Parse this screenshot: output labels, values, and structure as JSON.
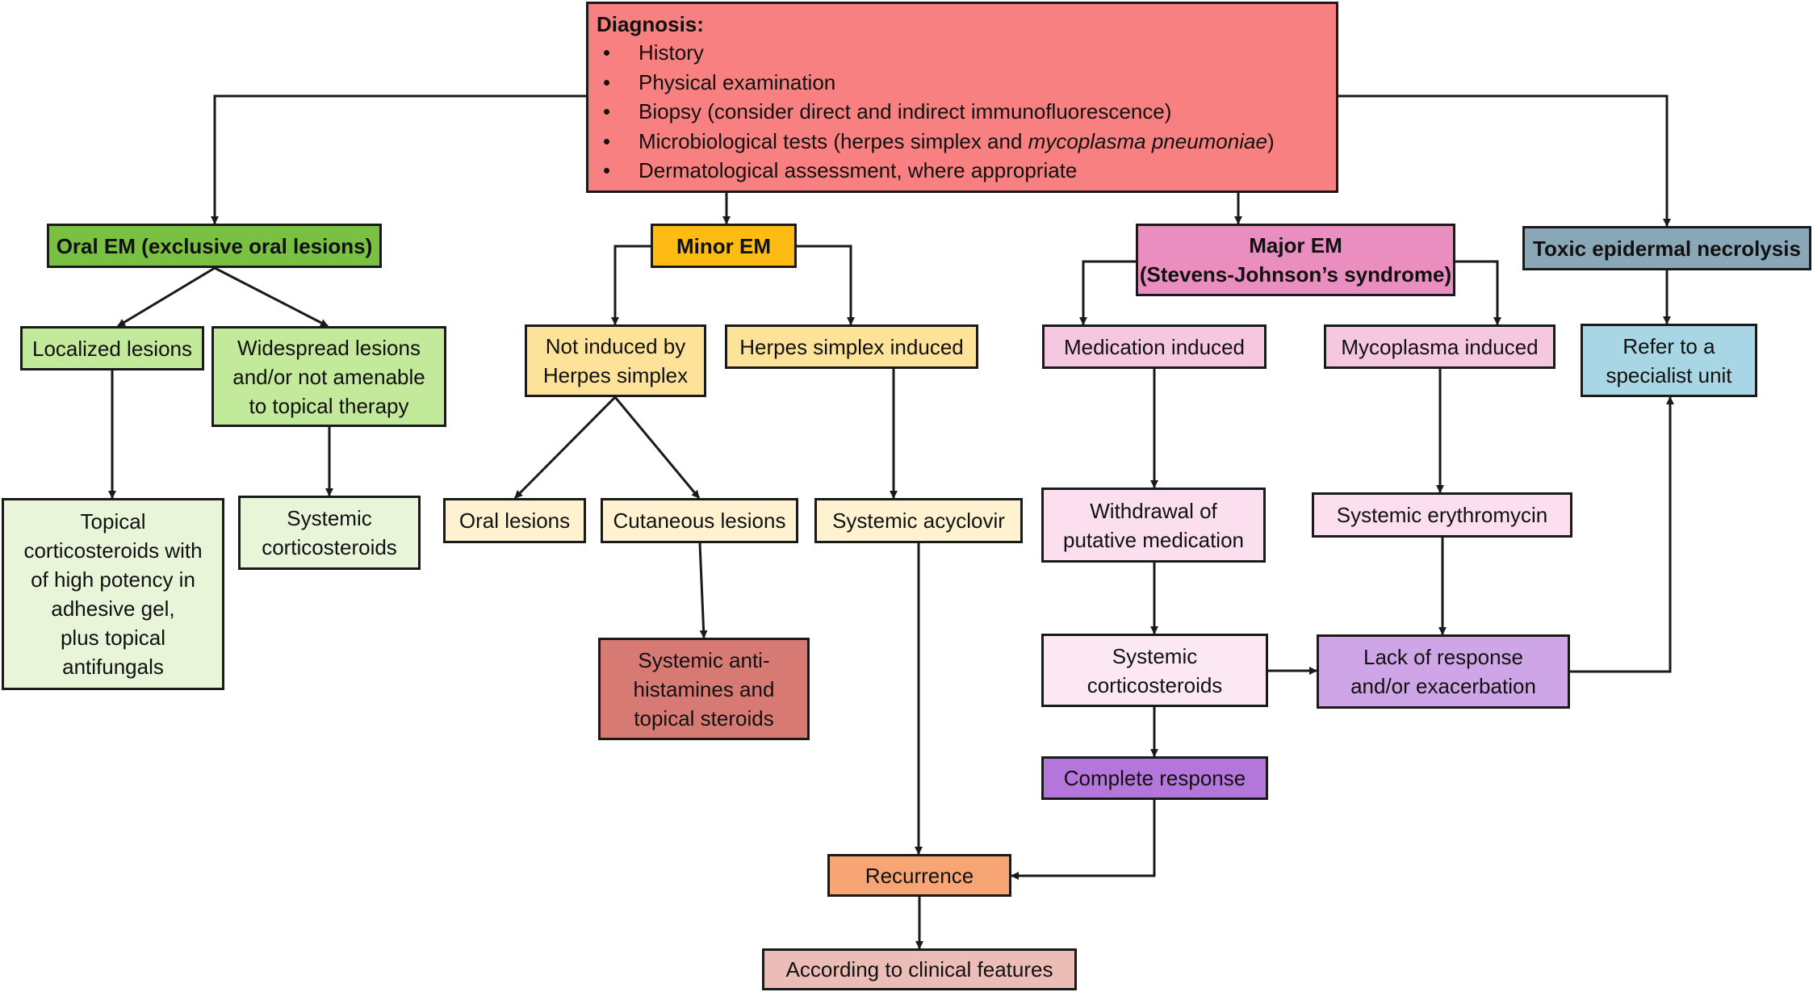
{
  "diagnosis": {
    "title": "Diagnosis:",
    "items": [
      {
        "text": "History"
      },
      {
        "text": "Physical examination"
      },
      {
        "text": "Biopsy (consider direct and indirect immunofluorescence)"
      },
      {
        "pre": "Microbiological tests (herpes simplex and ",
        "em": "mycoplasma pneumoniae",
        "post": ")"
      },
      {
        "text": "Dermatological assessment, where appropriate"
      }
    ],
    "bullet": "•"
  },
  "nodes": {
    "oral_em": "Oral EM (exclusive oral lesions)",
    "minor_em": "Minor EM",
    "major_em": [
      "Major EM",
      "(Stevens-Johnson’s syndrome)"
    ],
    "ten": "Toxic epidermal necrolysis",
    "localized": "Localized lesions",
    "widespread": [
      "Widespread lesions",
      "and/or not amenable",
      "to topical therapy"
    ],
    "not_herpes": [
      "Not induced by",
      "Herpes simplex"
    ],
    "herpes_induced": "Herpes simplex induced",
    "medication_induced": "Medication induced",
    "mycoplasma_induced": "Mycoplasma induced",
    "refer": [
      "Refer to a",
      "specialist unit"
    ],
    "topical_cortico": [
      "Topical",
      "corticosteroids with",
      "of high potency in",
      "adhesive gel,",
      "plus topical",
      "antifungals"
    ],
    "systemic_cortico_1": [
      "Systemic",
      "corticosteroids"
    ],
    "oral_lesions": "Oral lesions",
    "cutaneous_lesions": "Cutaneous lesions",
    "acyclovir": "Systemic acyclovir",
    "withdrawal": [
      "Withdrawal of",
      "putative medication"
    ],
    "erythromycin": "Systemic erythromycin",
    "antihistamines": [
      "Systemic anti-",
      "histamines and",
      "topical steroids"
    ],
    "systemic_cortico_2": [
      "Systemic",
      "corticosteroids"
    ],
    "lack_response": [
      "Lack of response",
      "and/or exacerbation"
    ],
    "complete_response": "Complete response",
    "recurrence": "Recurrence",
    "clinical_features": "According to clinical features"
  },
  "colors": {
    "diagnosis": "#f98080",
    "oral_em": "#7ac043",
    "minor_em": "#fdbb13",
    "major_em": "#ea8dbf",
    "ten": "#89a7b7",
    "green_mid": "#c3e99b",
    "green_light": "#e8f5d9",
    "yellow_mid": "#fde29a",
    "yellow_light": "#fef2d0",
    "pink_mid": "#f6c7e1",
    "pink_light": "#fbdfee",
    "pink_lighter": "#fce8f3",
    "blue_light": "#a8d6e4",
    "rose": "#d87a74",
    "lilac": "#cea6e8",
    "purple": "#b476da",
    "orange": "#f7a574",
    "pink_beige": "#ecbcb7"
  }
}
